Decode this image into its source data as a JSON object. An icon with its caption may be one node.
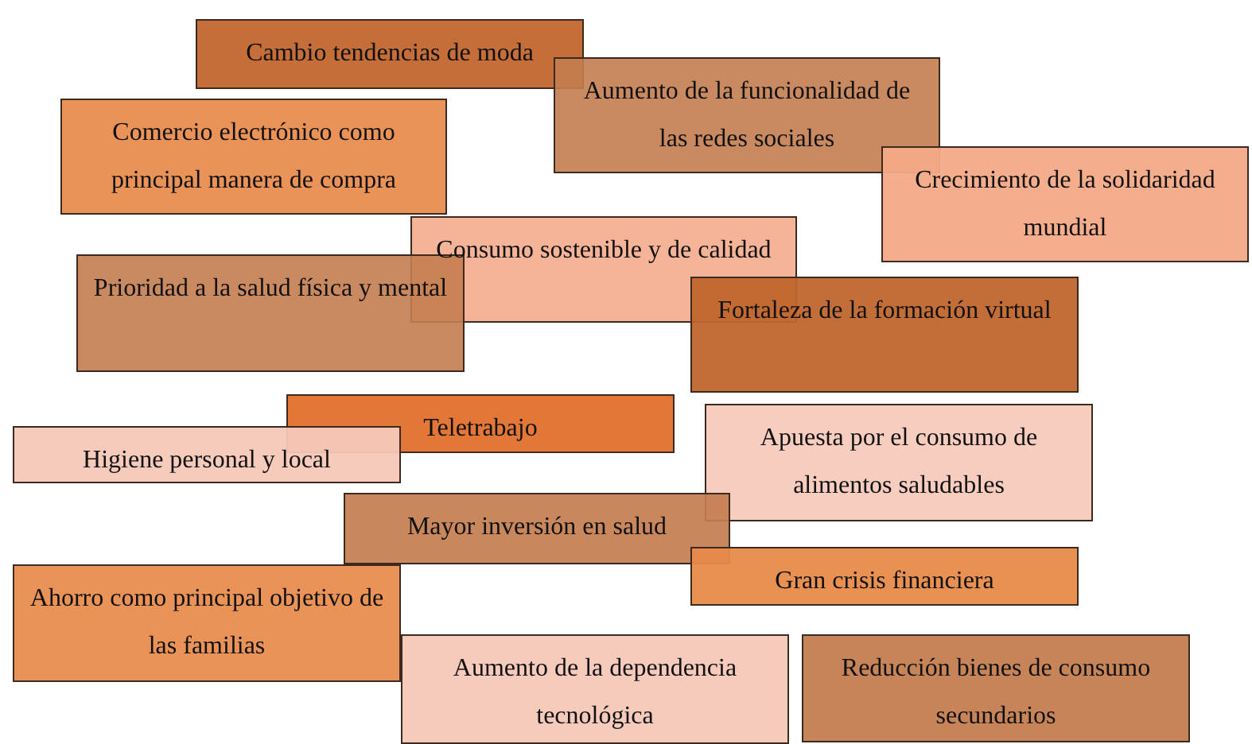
{
  "diagram": {
    "nodes": [
      {
        "text": [
          "Cambio tendencias de moda"
        ]
      },
      {
        "text": [
          "Aumento de la funcionalidad de las redes sociales"
        ]
      },
      {
        "text": [
          "Comercio electrónico como principal manera de compra"
        ]
      },
      {
        "text": [
          "Crecimiento de la solidaridad mundial"
        ]
      },
      {
        "text": [
          "Consumo sostenible y de calidad"
        ]
      },
      {
        "text": [
          "Prioridad a la salud física y mental"
        ]
      },
      {
        "text": [
          "Fortaleza de la formación virtual"
        ]
      },
      {
        "text": [
          "Teletrabajo"
        ]
      },
      {
        "text": [
          "Higiene personal y local"
        ]
      },
      {
        "text": [
          "Apuesta por el consumo de alimentos saludables"
        ]
      },
      {
        "text": [
          "Mayor inversión en salud"
        ]
      },
      {
        "text": [
          "Gran crisis financiera"
        ]
      },
      {
        "text": [
          "Ahorro como principal objetivo de las familias"
        ]
      },
      {
        "text": [
          "Aumento de la dependencia tecnológica"
        ]
      },
      {
        "text": [
          "Reducción bienes de consumo secundarios"
        ]
      }
    ]
  }
}
